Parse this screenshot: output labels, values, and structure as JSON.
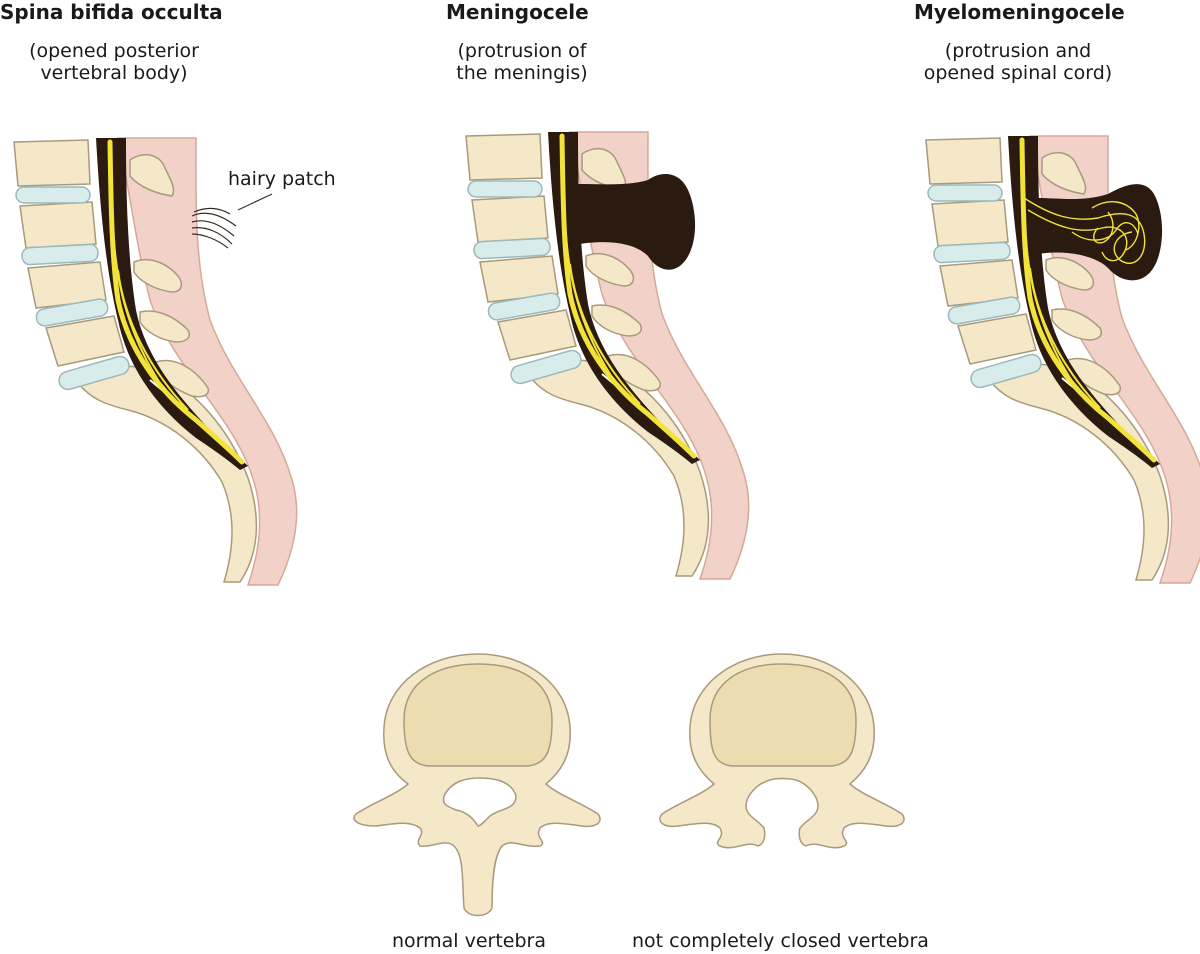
{
  "panels": [
    {
      "title": "Spina bifida occulta",
      "subtitle_line1": "(opened posterior",
      "subtitle_line2": "vertebral body)"
    },
    {
      "title": "Meningocele",
      "subtitle_line1": "(protrusion of",
      "subtitle_line2": "the meningis)"
    },
    {
      "title": "Myelomeningocele",
      "subtitle_line1": "(protrusion and",
      "subtitle_line2": "opened spinal cord)"
    }
  ],
  "annotations": {
    "hairy_patch": "hairy patch"
  },
  "vertebrae": {
    "normal": "normal vertebra",
    "open": "not completely closed vertebra"
  },
  "colors": {
    "bone": "#f5e8c8",
    "bone_stroke": "#a89a7c",
    "body_core": "#ecdcb0",
    "disc": "#d9ecec",
    "skin": "#f2d2c8",
    "skin_stroke": "#d6a898",
    "canal": "#2a1a10",
    "nerve": "#f2e23a"
  }
}
